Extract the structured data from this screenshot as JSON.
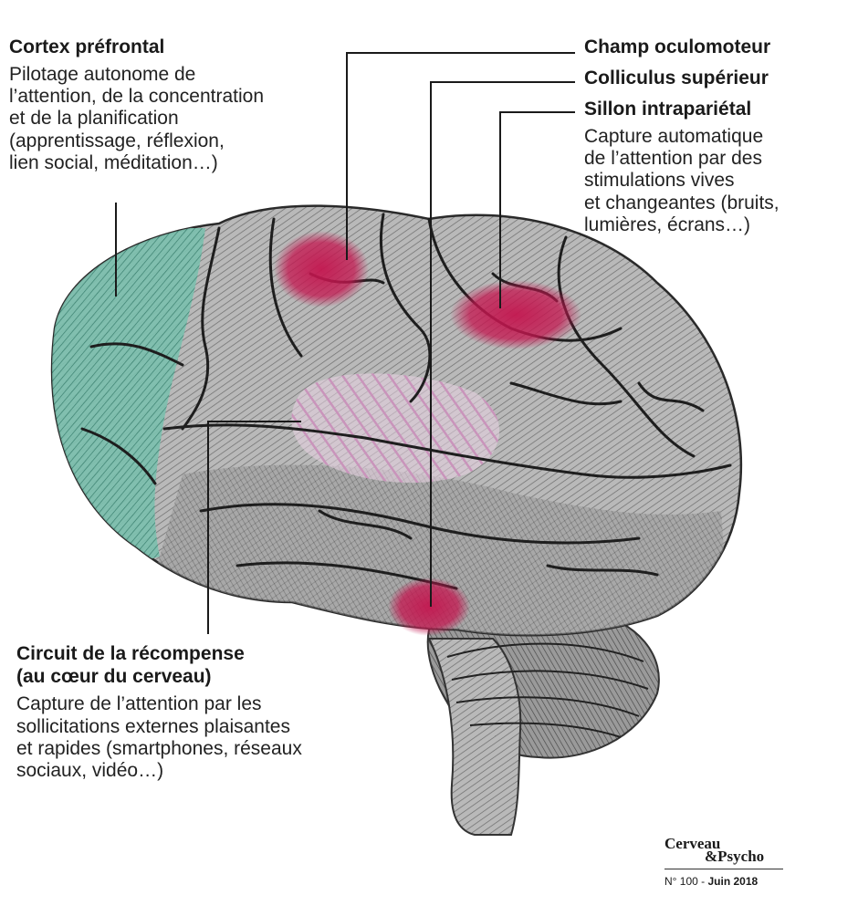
{
  "labels": {
    "prefrontal": {
      "title": "Cortex préfrontal",
      "desc": "Pilotage autonome de\nl’attention, de la concentration\net de la planification\n(apprentissage, réflexion,\nlien social, méditation…)"
    },
    "champ": {
      "title": "Champ oculomoteur"
    },
    "colliculus": {
      "title": "Colliculus supérieur"
    },
    "sillon": {
      "title": "Sillon intrapariétal",
      "desc": "Capture automatique\nde l’attention par des\nstimulations vives\net changeantes (bruits,\nlumières, écrans…)"
    },
    "recompense": {
      "title": "Circuit de la récompense\n(au cœur du cerveau)",
      "desc": "Capture de l’attention par les\nsollicitations externes plaisantes\net rapides (smartphones, réseaux\nsociaux, vidéo…)"
    }
  },
  "logo": {
    "line1": "Cerveau",
    "line2": "&Psycho",
    "issue_number": "N° 100 -",
    "issue_date": "Juin 2018"
  },
  "colors": {
    "prefrontal": "#5fae9c",
    "hotspot": "#c4164f",
    "reward_hatch": "#d9a9cc",
    "brain": "#8e8e8e",
    "lines": "#1a1a1a"
  }
}
